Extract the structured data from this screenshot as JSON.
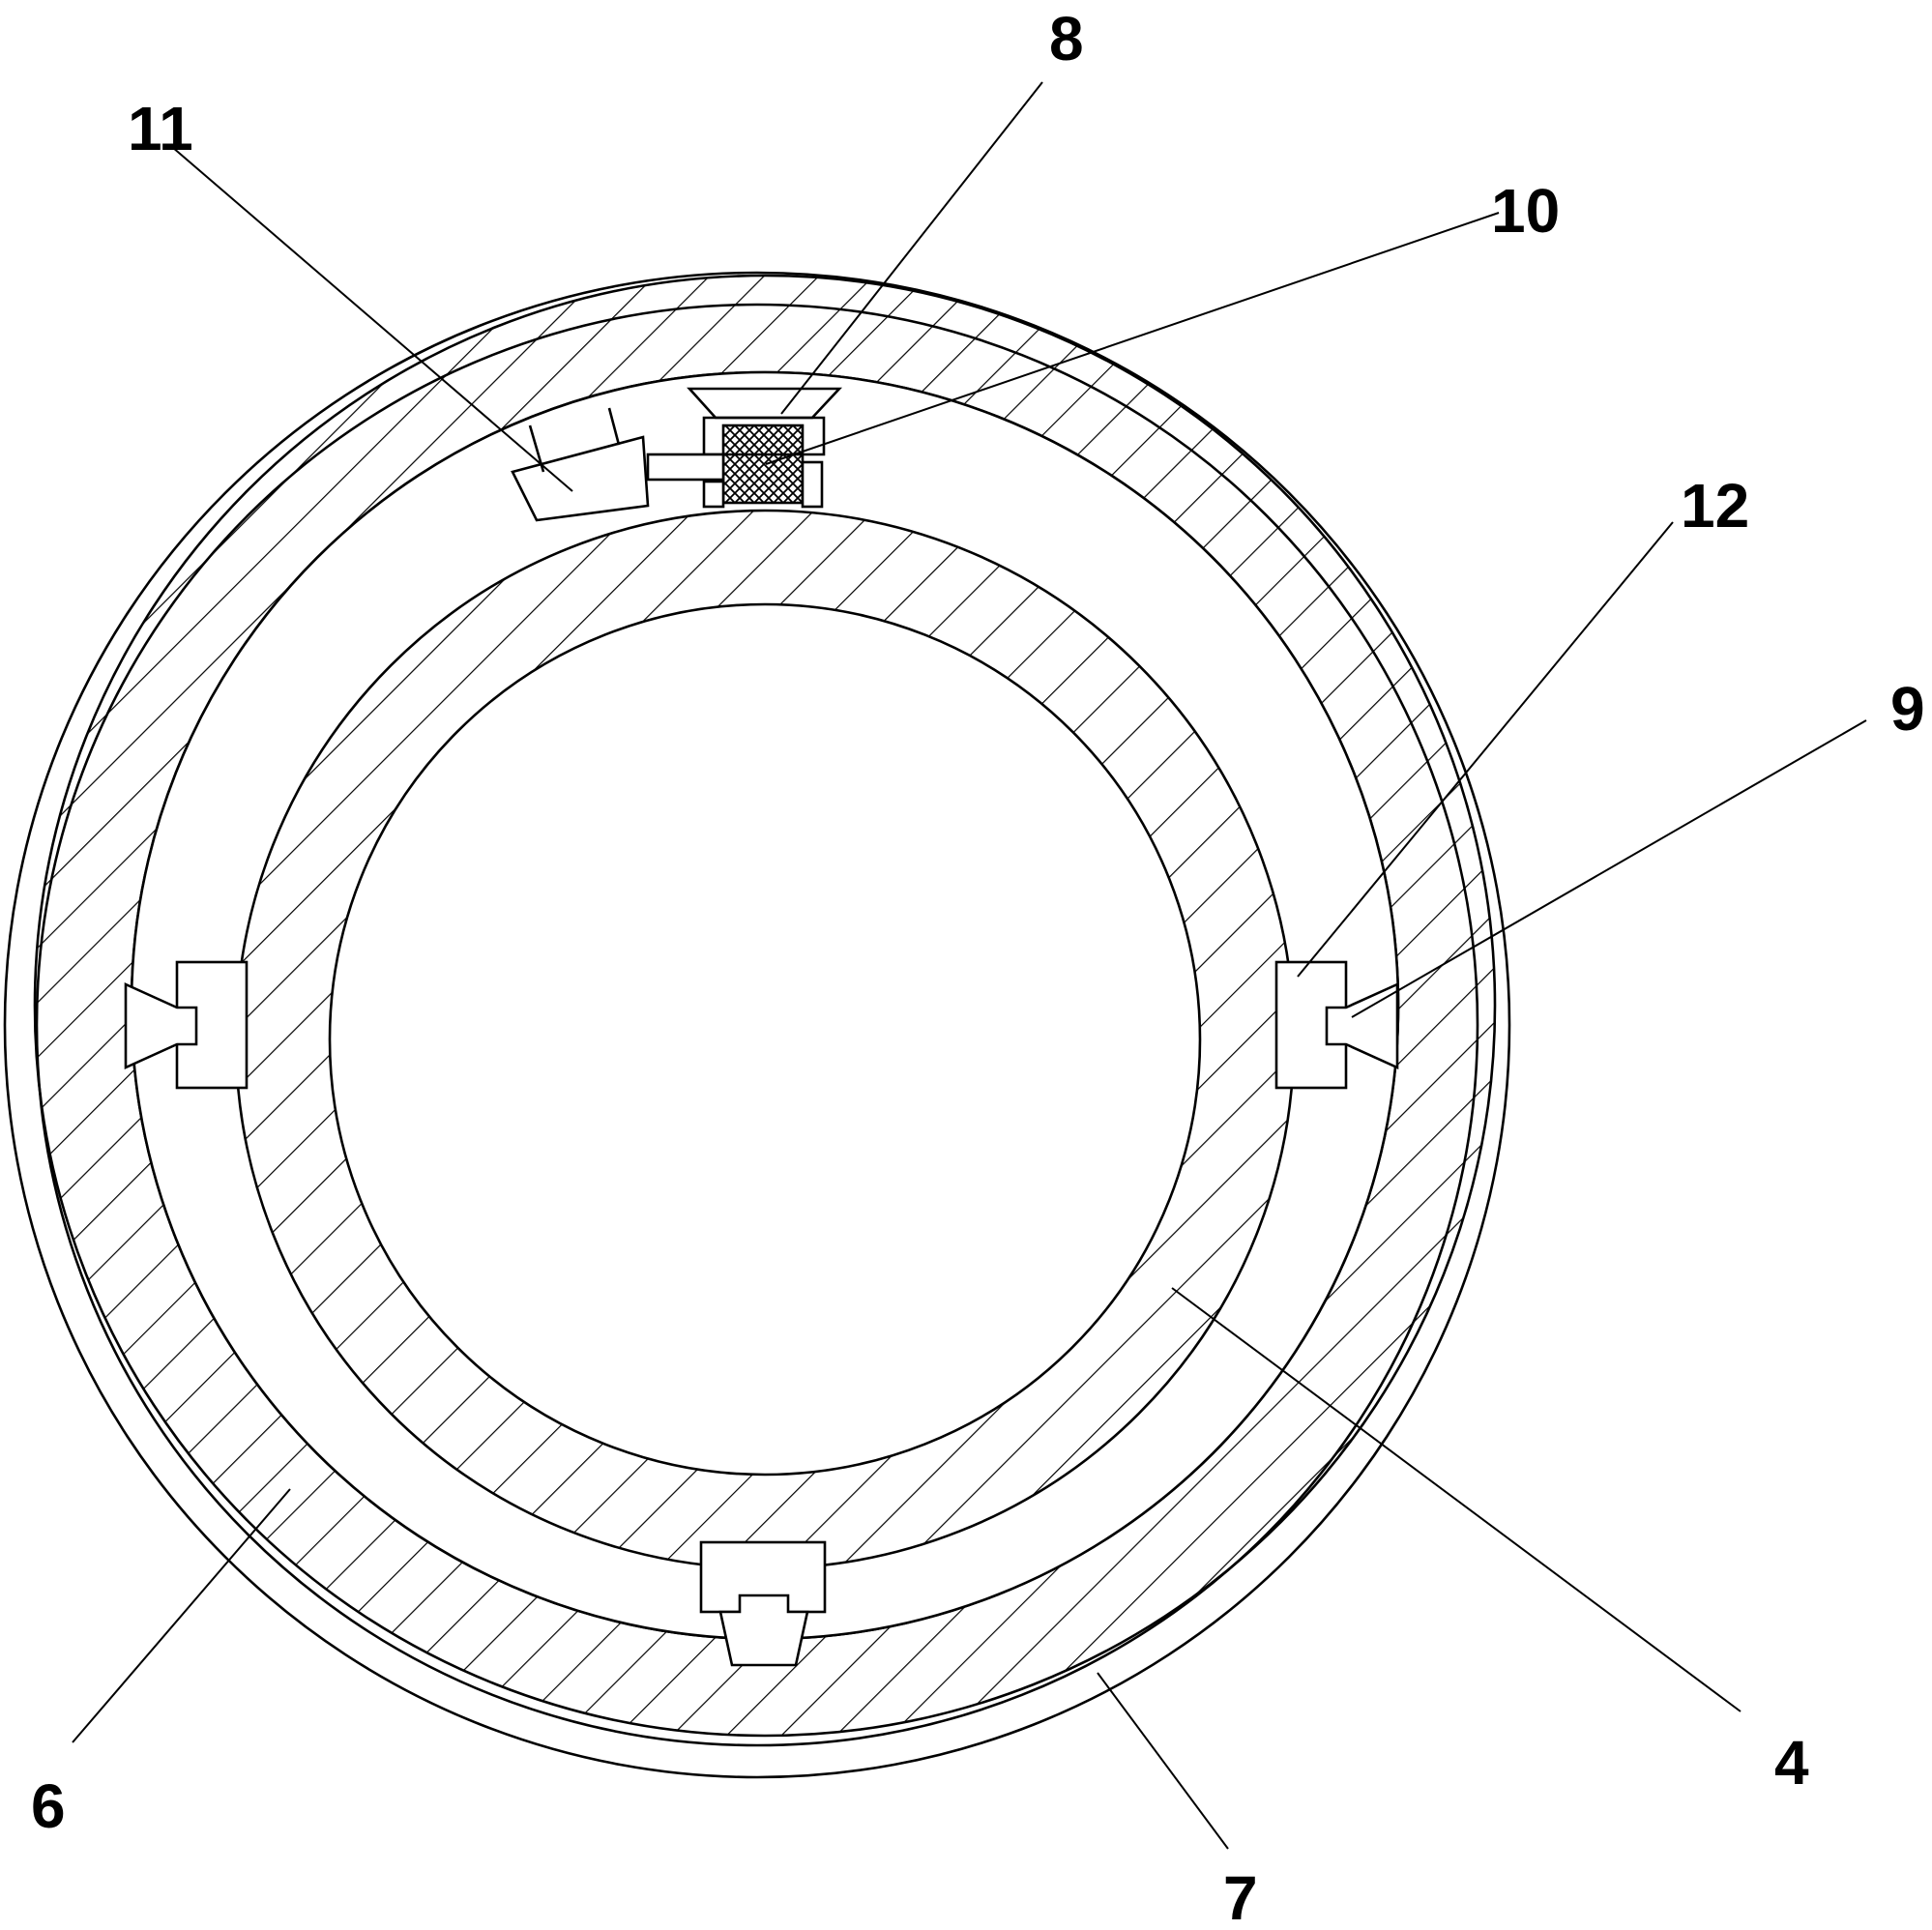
{
  "diagram": {
    "labels": [
      {
        "id": "label-1",
        "text": "8"
      },
      {
        "id": "label-2",
        "text": "11"
      },
      {
        "id": "label-3",
        "text": "10"
      },
      {
        "id": "label-4",
        "text": "12"
      },
      {
        "id": "label-5",
        "text": "9"
      },
      {
        "id": "label-6",
        "text": "6"
      },
      {
        "id": "label-7",
        "text": "4"
      },
      {
        "id": "label-8",
        "text": "7"
      }
    ],
    "colors": {
      "line": "#000000",
      "background": "#ffffff",
      "hatch": "#000000"
    }
  }
}
